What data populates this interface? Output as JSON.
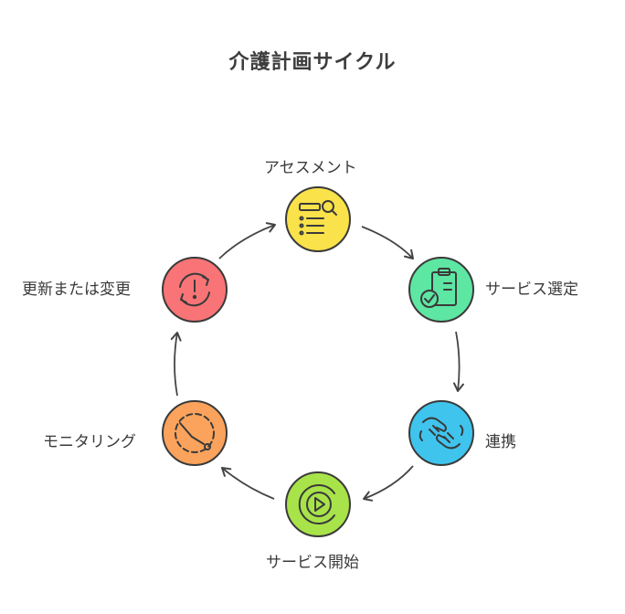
{
  "title": "介護計画サイクル",
  "steps": [
    {
      "label": "アセスメント",
      "icon": "search-list-icon",
      "fill": "#f9e24a"
    },
    {
      "label": "サービス選定",
      "icon": "clipboard-check-icon",
      "fill": "#5ee6a3"
    },
    {
      "label": "連携",
      "icon": "handshake-icon",
      "fill": "#3fc4ee"
    },
    {
      "label": "サービス開始",
      "icon": "play-icon",
      "fill": "#a8e34a"
    },
    {
      "label": "モニタリング",
      "icon": "timer-icon",
      "fill": "#fba35c"
    },
    {
      "label": "更新または変更",
      "icon": "refresh-alert-icon",
      "fill": "#f97476"
    }
  ],
  "colors": {
    "stroke": "#3a3a3a",
    "arrow": "#444444",
    "title": "#3d3d3d"
  }
}
